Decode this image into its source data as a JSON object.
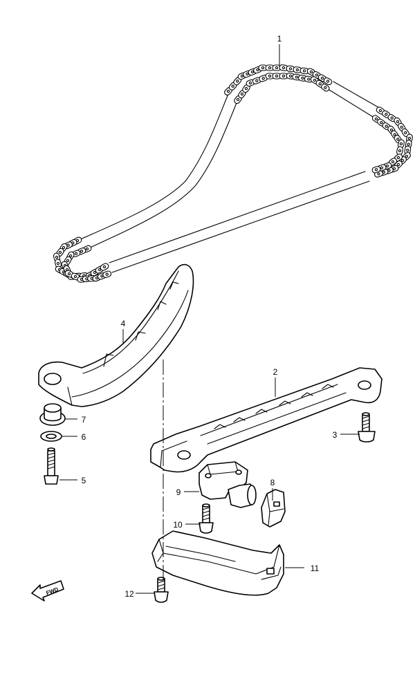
{
  "diagram": {
    "callouts": [
      {
        "id": "1",
        "label": "1"
      },
      {
        "id": "2",
        "label": "2"
      },
      {
        "id": "3",
        "label": "3"
      },
      {
        "id": "4",
        "label": "4"
      },
      {
        "id": "5",
        "label": "5"
      },
      {
        "id": "6",
        "label": "6"
      },
      {
        "id": "7",
        "label": "7"
      },
      {
        "id": "8",
        "label": "8"
      },
      {
        "id": "9",
        "label": "9"
      },
      {
        "id": "10",
        "label": "10"
      },
      {
        "id": "11",
        "label": "11"
      },
      {
        "id": "12",
        "label": "12"
      }
    ],
    "fwd_label": "FWD"
  }
}
